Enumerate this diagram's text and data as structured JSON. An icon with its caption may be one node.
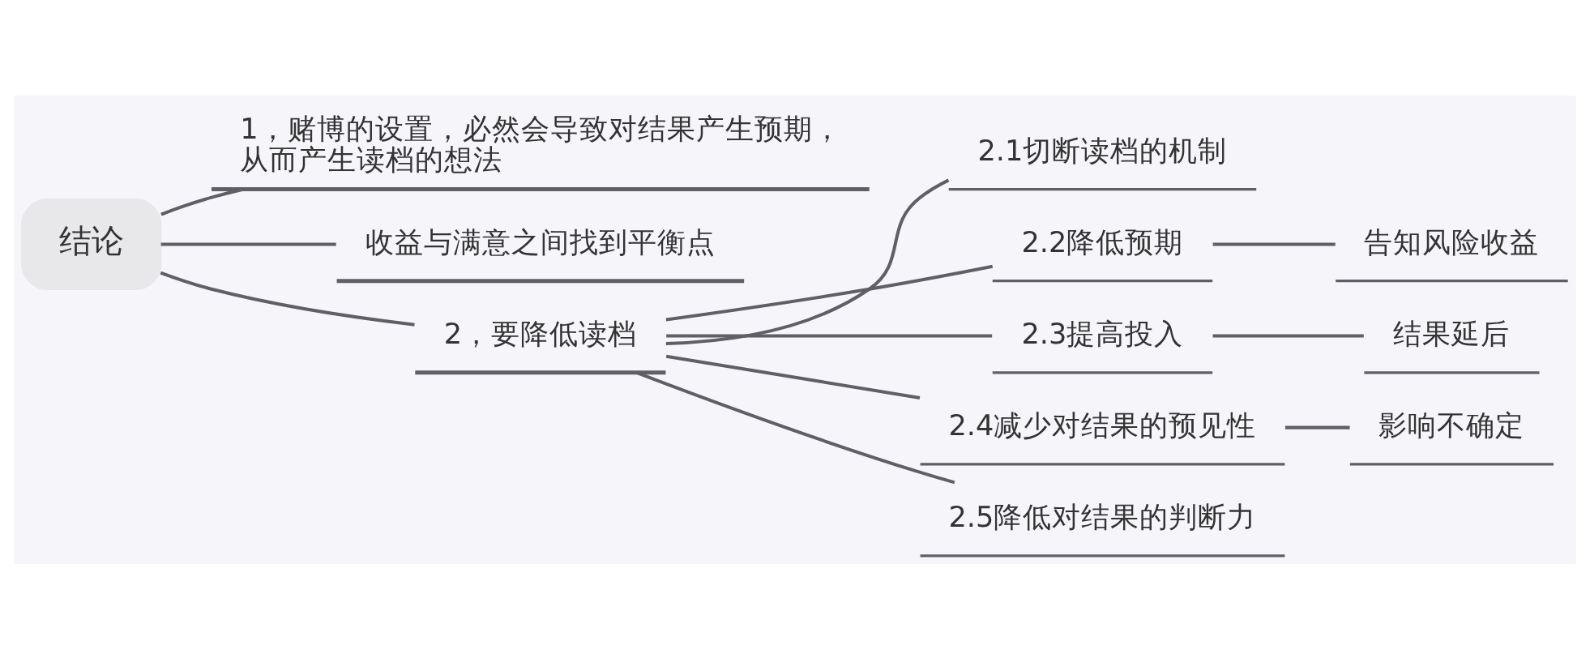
{
  "diagram": {
    "nodes": [
      {
        "text": [
          "结论"
        ]
      },
      {
        "text": [
          "1，赌博的设置，必然会导致对结果产生预期，从而产生读档的想法"
        ]
      },
      {
        "text": [
          "收益与满意之间找到平衡点"
        ]
      },
      {
        "text": [
          "2，要降低读档"
        ]
      },
      {
        "text": [
          "2.1切断读档的机制"
        ]
      },
      {
        "text": [
          "2.2降低预期"
        ]
      },
      {
        "text": [
          "告知风险收益"
        ]
      },
      {
        "text": [
          "2.3提高投入"
        ]
      },
      {
        "text": [
          "结果延后"
        ]
      },
      {
        "text": [
          "2.4减少对结果的预见性"
        ]
      },
      {
        "text": [
          "影响不确定"
        ]
      },
      {
        "text": [
          "2.5降低对结果的判断力"
        ]
      }
    ],
    "edges": [
      {
        "from": 0,
        "to": 1,
        "arrow": "none"
      },
      {
        "from": 0,
        "to": 2,
        "arrow": "none"
      },
      {
        "from": 0,
        "to": 3,
        "arrow": "none"
      },
      {
        "from": 3,
        "to": 4,
        "arrow": "none"
      },
      {
        "from": 3,
        "to": 5,
        "arrow": "none"
      },
      {
        "from": 5,
        "to": 6,
        "arrow": "none"
      },
      {
        "from": 3,
        "to": 7,
        "arrow": "none"
      },
      {
        "from": 7,
        "to": 8,
        "arrow": "none"
      },
      {
        "from": 3,
        "to": 9,
        "arrow": "none"
      },
      {
        "from": 9,
        "to": 10,
        "arrow": "none"
      },
      {
        "from": 3,
        "to": 11,
        "arrow": "none"
      }
    ]
  }
}
